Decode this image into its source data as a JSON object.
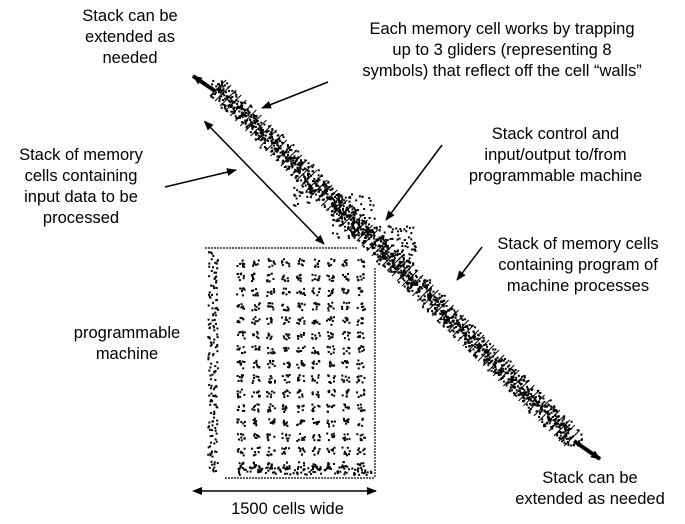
{
  "labels": {
    "stack_extend_top": [
      "Stack can be",
      "extended as",
      "needed"
    ],
    "memory_cell_note": [
      "Each memory cell works by trapping",
      "up to 3 gliders (representing 8",
      "symbols) that reflect off the cell “walls”"
    ],
    "input_stack": [
      "Stack of memory",
      "cells containing",
      "input data to be",
      "processed"
    ],
    "stack_control": [
      "Stack control and",
      "input/output to/from",
      "programmable machine"
    ],
    "program_stack": [
      "Stack of memory cells",
      "containing program of",
      "machine processes"
    ],
    "programmable_machine": [
      "programmable",
      "machine"
    ],
    "stack_extend_bottom": [
      "Stack can be",
      "extended as needed"
    ],
    "width_note": "1500 cells wide"
  },
  "colors": {
    "ink": "#000000",
    "background": "#ffffff"
  }
}
